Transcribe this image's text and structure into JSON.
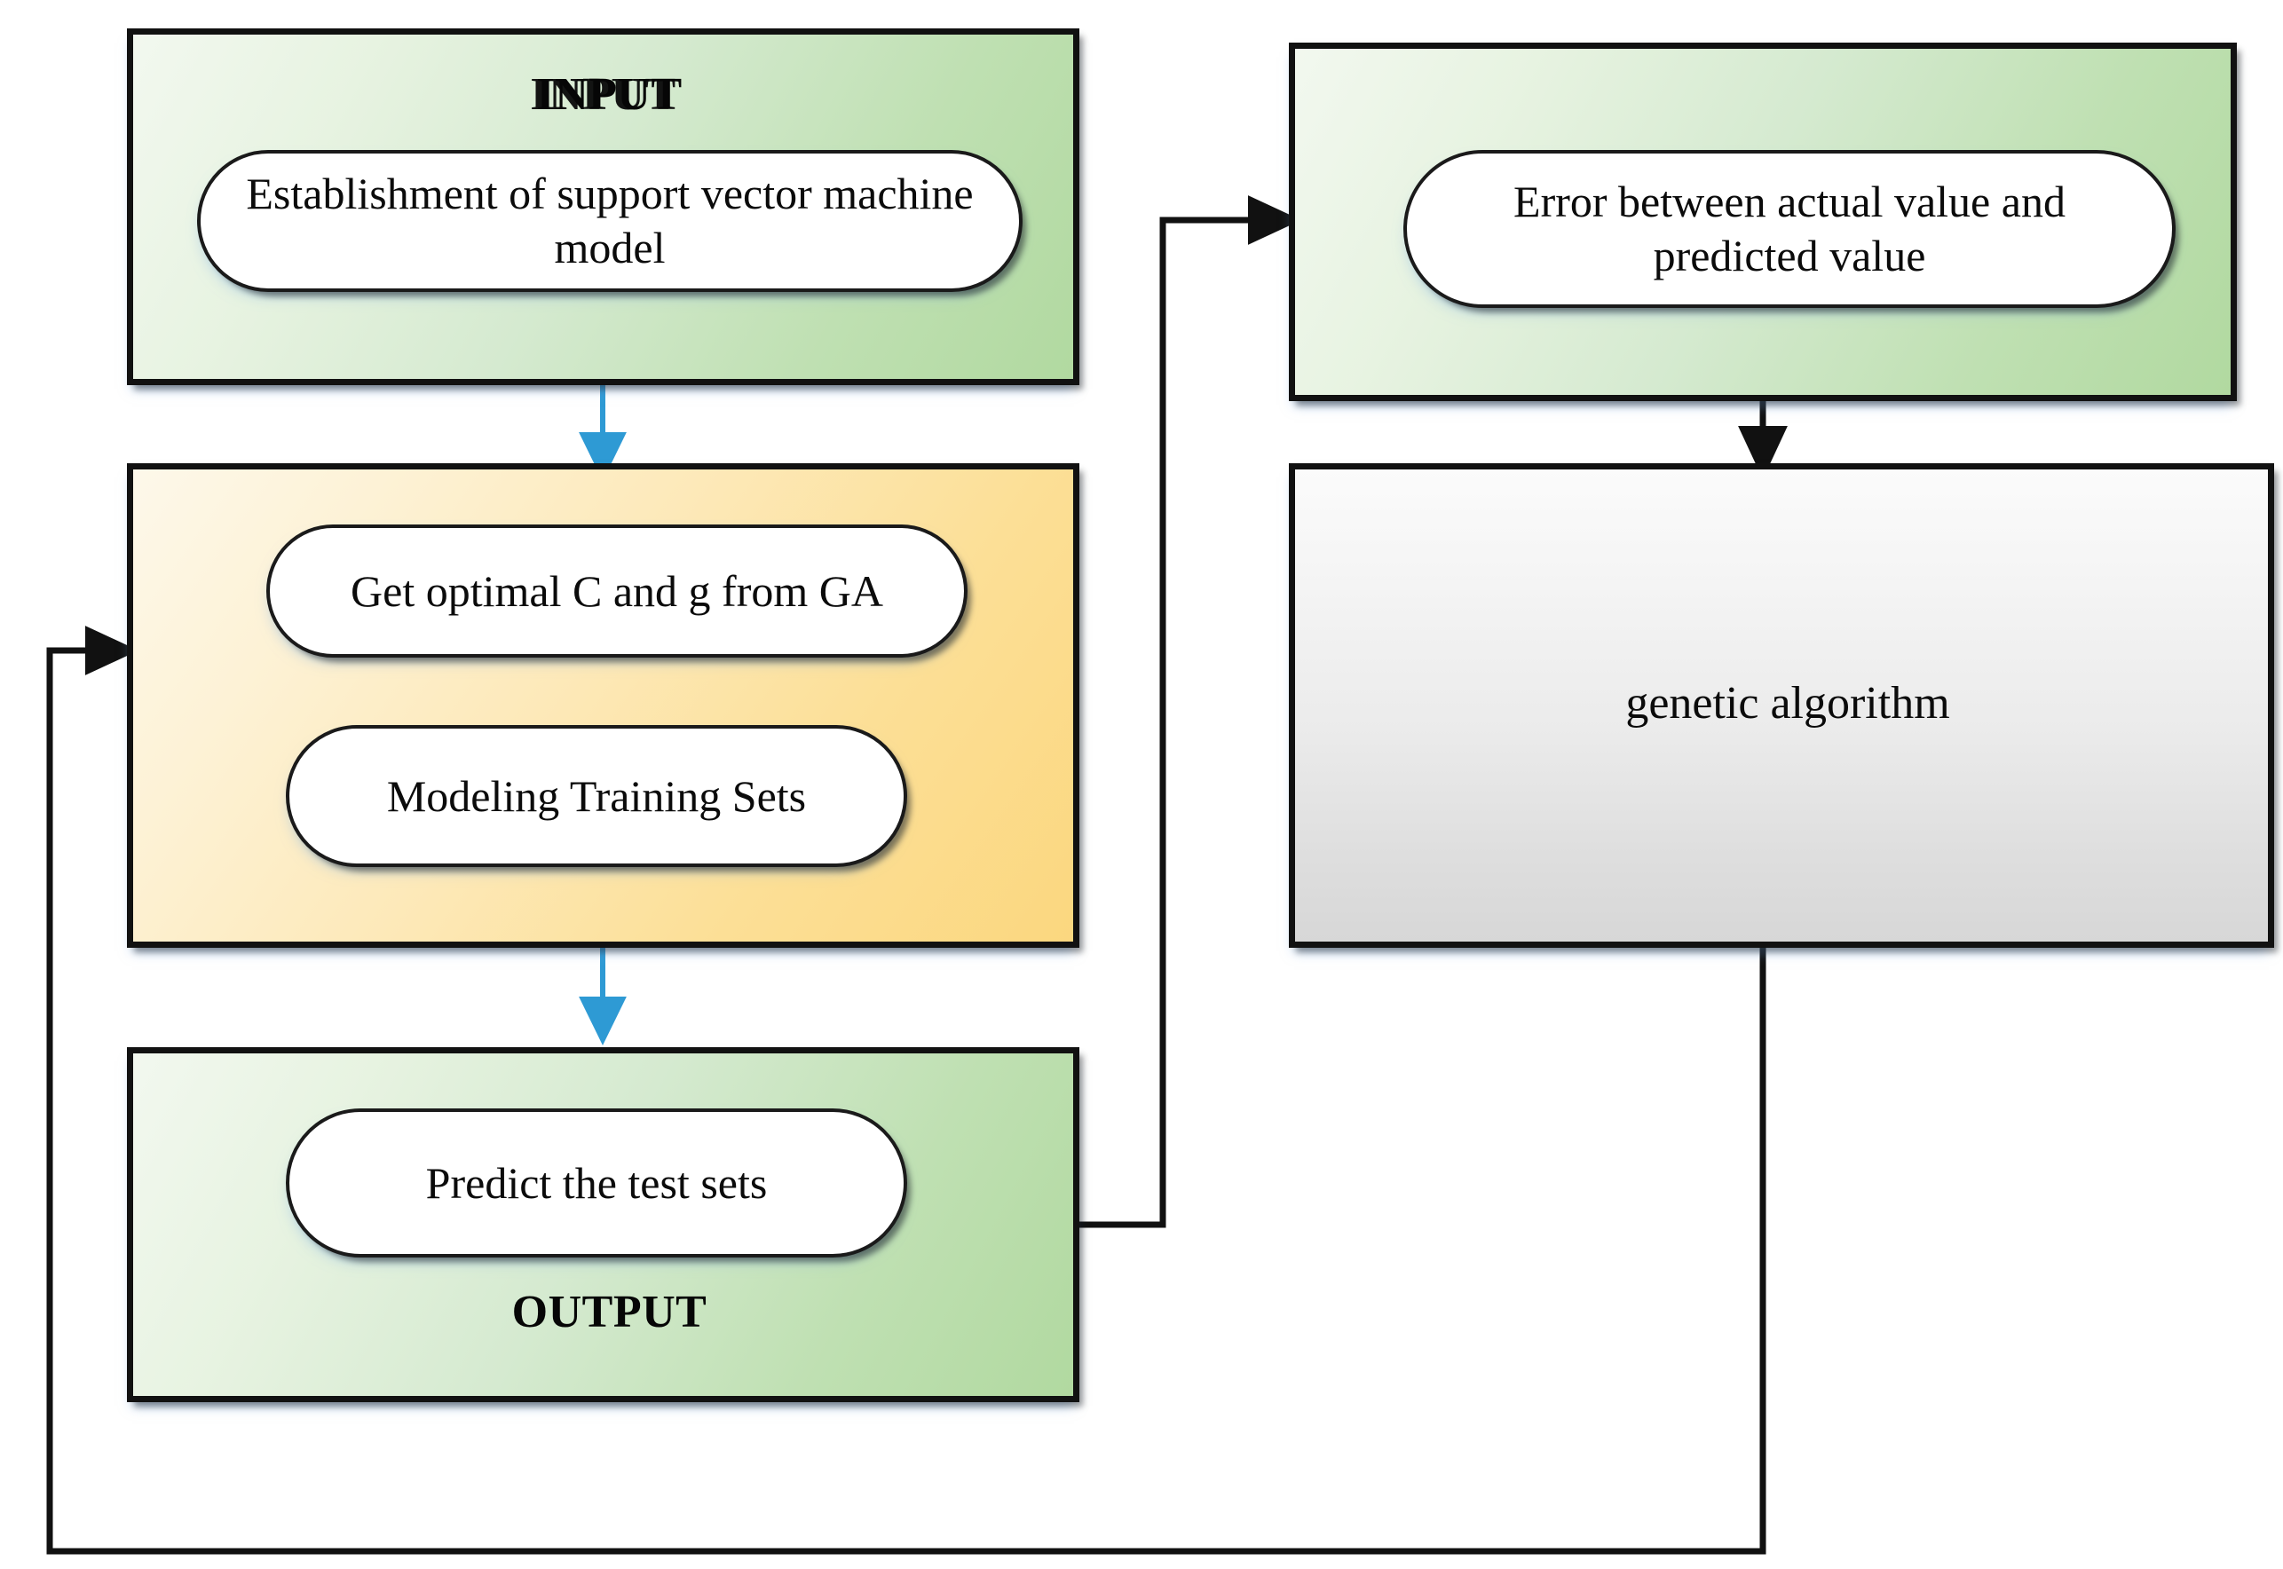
{
  "diagram": {
    "title": "GA-SVM prediction model flowchart",
    "colors": {
      "green_light": "#f2f8ef",
      "green_dark": "#b1d9a0",
      "yellow_light": "#fdf8ea",
      "yellow_dark": "#fbd77f",
      "gray_light": "#fbfbfb",
      "gray_dark": "#d7d7d7",
      "pill_fill": "#ffffff",
      "border": "#111111",
      "arrow_blue": "#2e9ad4",
      "arrow_black": "#111111"
    },
    "nodes": [
      {
        "id": "input-stage",
        "caption": "INPUT",
        "caption_position": "top",
        "fill": "green",
        "pill_label": "Establishment of support vector machine model"
      },
      {
        "id": "ga-params-stage",
        "caption": "",
        "fill": "yellow",
        "pill_label_1": "Get optimal C and g from GA",
        "pill_label_2": "Modeling Training Sets"
      },
      {
        "id": "output-stage",
        "caption": "OUTPUT",
        "caption_position": "bottom",
        "fill": "green",
        "pill_label": "Predict the test sets"
      },
      {
        "id": "error-stage",
        "caption": "",
        "fill": "green",
        "pill_label": "Error between actual value and predicted value"
      },
      {
        "id": "genetic-algorithm-stage",
        "caption": "",
        "fill": "gray",
        "plain_label": "genetic algorithm"
      }
    ],
    "edges": [
      {
        "from": "input-stage",
        "to": "ga-params-stage",
        "style": "blue-arrow",
        "direction": "down"
      },
      {
        "from": "ga-params-stage",
        "to": "output-stage",
        "style": "blue-arrow",
        "direction": "down"
      },
      {
        "from": "output-stage",
        "to": "error-stage",
        "style": "black-elbow",
        "direction": "right-up-right"
      },
      {
        "from": "error-stage",
        "to": "genetic-algorithm-stage",
        "style": "black-arrow",
        "direction": "down"
      },
      {
        "from": "genetic-algorithm-stage",
        "to": "ga-params-stage",
        "style": "black-elbow-feedback",
        "direction": "down-left-up-right"
      }
    ]
  },
  "labels": {
    "input_caption": "INPUT",
    "output_caption": "OUTPUT",
    "establishment_pill": "Establishment of support vector machine model",
    "optimal_cg_pill": "Get optimal C and g from GA",
    "modeling_training_pill": "Modeling Training Sets",
    "predict_test_pill": "Predict the test sets",
    "error_pill": "Error between actual value and predicted value",
    "genetic_algorithm_label": "genetic algorithm"
  }
}
